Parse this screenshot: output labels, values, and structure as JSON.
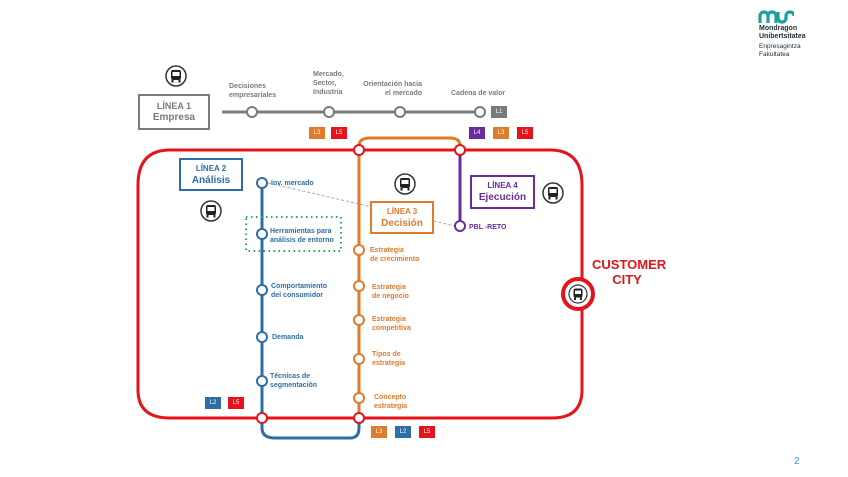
{
  "logo": {
    "name_line1": "Mondragon",
    "name_line2": "Unibertsitatea",
    "faculty_line1": "Enpresagintza",
    "faculty_line2": "Fakultatea",
    "color": "#17a2a2"
  },
  "page_number": "2",
  "colors": {
    "line1": "#7a7a7a",
    "line2": "#2e6ea6",
    "line3": "#e07b2c",
    "line4": "#6a2c9c",
    "line5": "#e5141b"
  },
  "lines": {
    "l1": {
      "title": "Línea 1",
      "subtitle": "Empresa",
      "stops": [
        "Decisiones empresariales",
        "Mercado, Sector, Industria",
        "Orientación hacia el mercado",
        "Cadena de valor"
      ]
    },
    "l2": {
      "title": "Línea 2",
      "subtitle": "Análisis",
      "stops": [
        "Inv. mercado",
        "Herramientas para análisis de entorno",
        "Comportamiento del consumidor",
        "Demanda",
        "Técnicas de segmentación"
      ]
    },
    "l3": {
      "title": "Línea 3",
      "subtitle": "Decisión",
      "stops": [
        "Estrategia de crecimiento",
        "Estrategia de negocio",
        "Estrategia competitiva",
        "Tipos de estrategia",
        "Concepto estrategia"
      ]
    },
    "l4": {
      "title": "Línea 4",
      "subtitle": "Ejecución",
      "stops": [
        "PBL -RETO"
      ]
    },
    "l5": {
      "title": "CUSTOMER CITY"
    }
  },
  "labels": {
    "l1_stop1_a": "Decisiones",
    "l1_stop1_b": "empresariales",
    "l1_stop2_a": "Mercado,",
    "l1_stop2_b": "Sector,",
    "l1_stop2_c": "Industria",
    "l1_stop3_a": "Orientación hacia",
    "l1_stop3_b": "el mercado",
    "l1_stop4": "Cadena de valor",
    "l2_stop1": "Inv. mercado",
    "l2_stop2_a": "Herramientas para",
    "l2_stop2_b": "análisis de entorno",
    "l2_stop3_a": "Comportamiento",
    "l2_stop3_b": "del consumidor",
    "l2_stop4": "Demanda",
    "l2_stop5_a": "Técnicas de",
    "l2_stop5_b": "segmentación",
    "l3_stop1_a": "Estrategia",
    "l3_stop1_b": "de crecimiento",
    "l3_stop2_a": "Estrategia",
    "l3_stop2_b": "de negocio",
    "l3_stop3_a": "Estrategia",
    "l3_stop3_b": "competitiva",
    "l3_stop4_a": "Tipos de",
    "l3_stop4_b": "estrategia",
    "l3_stop5_a": "Concepto",
    "l3_stop5_b": "estrategia",
    "l4_stop1": "PBL -RETO",
    "customer_a": "CUSTOMER",
    "customer_b": "CITY",
    "box1_title": "LÍNEA 1",
    "box1_sub": "Empresa",
    "box2_title": "LÍNEA 2",
    "box2_sub": "Análisis",
    "box3_title": "LÍNEA 3",
    "box3_sub": "Decisión",
    "box4_title": "LÍNEA 4",
    "box4_sub": "Ejecución"
  },
  "tags": {
    "l1_end": [
      "L1"
    ],
    "mercado": [
      "L3",
      "L5"
    ],
    "cadena": [
      "L4",
      "L3",
      "L5"
    ],
    "left_bottom": [
      "L2",
      "L5"
    ],
    "right_bottom": [
      "L3",
      "L2",
      "L5"
    ]
  }
}
